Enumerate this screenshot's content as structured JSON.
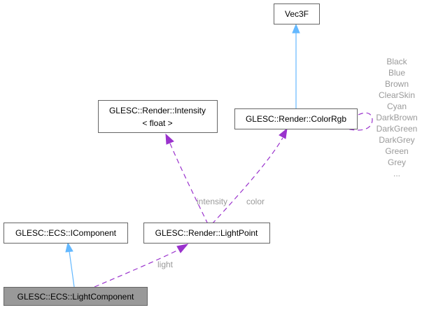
{
  "nodes": {
    "vec3f": "Vec3F",
    "color_rgb": "GLESC::Render::ColorRgb",
    "intensity_line1": "GLESC::Render::Intensity",
    "intensity_line2": "< float >",
    "icomponent": "GLESC::ECS::IComponent",
    "light_point": "GLESC::Render::LightPoint",
    "light_component": "GLESC::ECS::LightComponent"
  },
  "edge_labels": {
    "intensity": "intensity",
    "color": "color",
    "light": "light"
  },
  "color_constants": [
    "Black",
    "Blue",
    "Brown",
    "ClearSkin",
    "Cyan",
    "DarkBrown",
    "DarkGreen",
    "DarkGrey",
    "Green",
    "Grey",
    "..."
  ],
  "colors": {
    "inheritance_arrow": "#63b8ff",
    "usage_arrow": "#9a32cd",
    "focus_node_fill": "#999999",
    "label_text": "#9a9a9a"
  }
}
